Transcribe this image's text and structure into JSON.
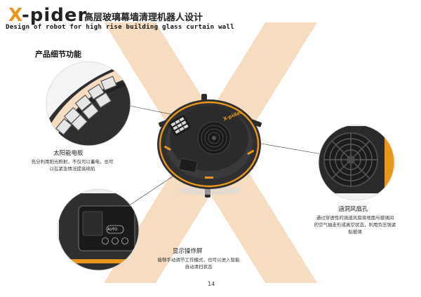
{
  "header": {
    "brand_x": "X",
    "brand_rest": "-pider",
    "title_cn": "高层玻璃幕墙清理机器人设计",
    "subtitle": "Design of robot for high rise building glass curtain wall"
  },
  "section_title": "产品细节功能",
  "features": {
    "solar": {
      "title": "太阳能电板",
      "desc_line1": "充分利用阳光照射，不仅可以蓄电，也可",
      "desc_line2": "以在紧急情况提高续航"
    },
    "fan": {
      "title": "涵洞风扇孔",
      "desc_line1": "通过穿透性的涵道风扇将地面与玻璃间",
      "desc_line2": "的空气抽走形成真空状态，利用负压强紧",
      "desc_line3": "贴玻璃"
    },
    "screen": {
      "title": "显示操作屏",
      "desc_line1": "能够手动调节工作模式，也可以进入智能",
      "desc_line2": "自动清扫状态"
    }
  },
  "robot_label": "X-pider",
  "panel_button": "AUTO",
  "page_number": "14",
  "colors": {
    "accent": "#e8961c",
    "accent_light": "#f6dcc0",
    "body_dark": "#2f2f31",
    "text": "#222222"
  }
}
